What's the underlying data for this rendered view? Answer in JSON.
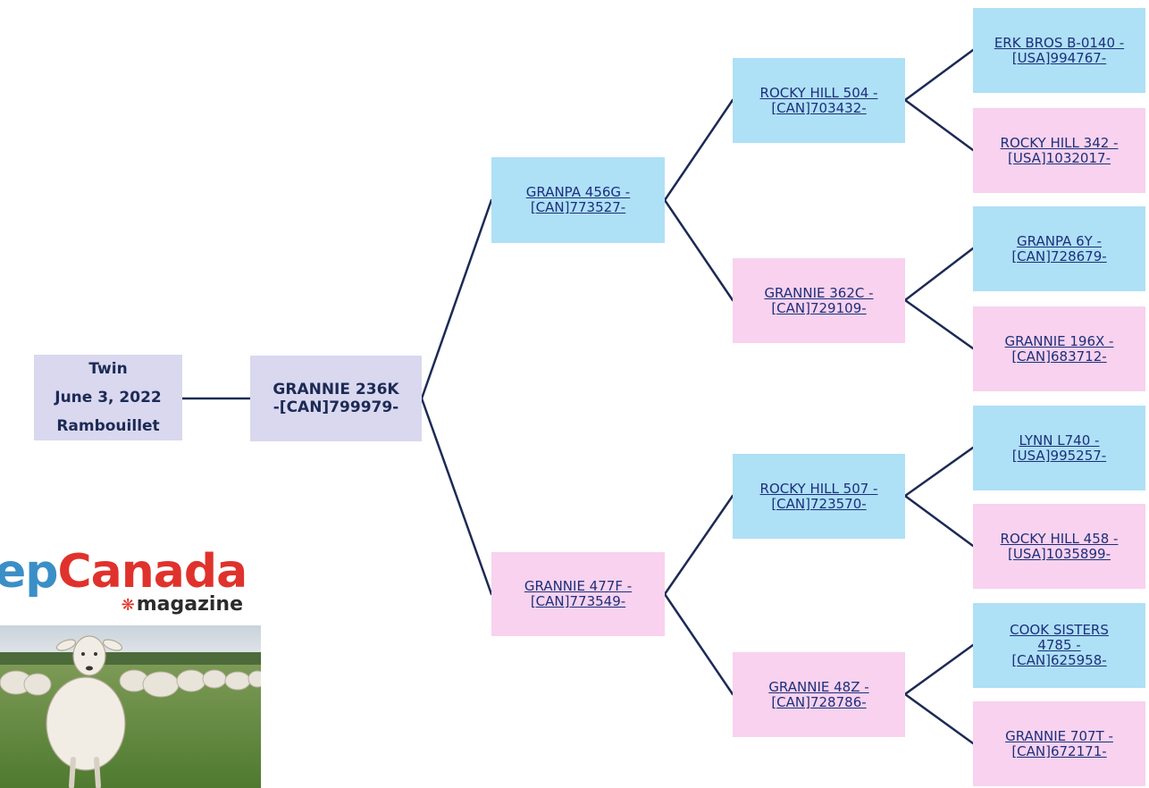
{
  "info": [
    "Twin",
    "June 3, 2022",
    "Rambouillet"
  ],
  "subject": [
    "GRANNIE 236K",
    "-[CAN]799979-"
  ],
  "sire": [
    "GRANPA 456G -",
    "[CAN]773527-"
  ],
  "dam": [
    "GRANNIE 477F -",
    "[CAN]773549-"
  ],
  "sire_sire": [
    "ROCKY HILL 504 -",
    "[CAN]703432-"
  ],
  "sire_dam": [
    "GRANNIE 362C -",
    "[CAN]729109-"
  ],
  "dam_sire": [
    "ROCKY HILL 507 -",
    "[CAN]723570-"
  ],
  "dam_dam": [
    "GRANNIE 48Z -",
    "[CAN]728786-"
  ],
  "g1": [
    "ERK BROS B-0140 -",
    "[USA]994767-"
  ],
  "g2": [
    "ROCKY HILL 342 -",
    "[USA]1032017-"
  ],
  "g3": [
    "GRANPA 6Y -",
    "[CAN]728679-"
  ],
  "g4": [
    "GRANNIE 196X -",
    "[CAN]683712-"
  ],
  "g5": [
    "LYNN L740 -",
    "[USA]995257-"
  ],
  "g6": [
    "ROCKY HILL 458 -",
    "[USA]1035899-"
  ],
  "g7": [
    "COOK SISTERS",
    "4785 -",
    "[CAN]625958-"
  ],
  "g8": [
    "GRANNIE 707T -",
    "[CAN]672171-"
  ],
  "logo": {
    "word_a": "ep",
    "word_b": "Canada",
    "sub": "magazine"
  },
  "colors": {
    "male": "#aee0f6",
    "female": "#f8d2ee",
    "neutral": "#d9d8ef",
    "line": "#1c2a55"
  }
}
